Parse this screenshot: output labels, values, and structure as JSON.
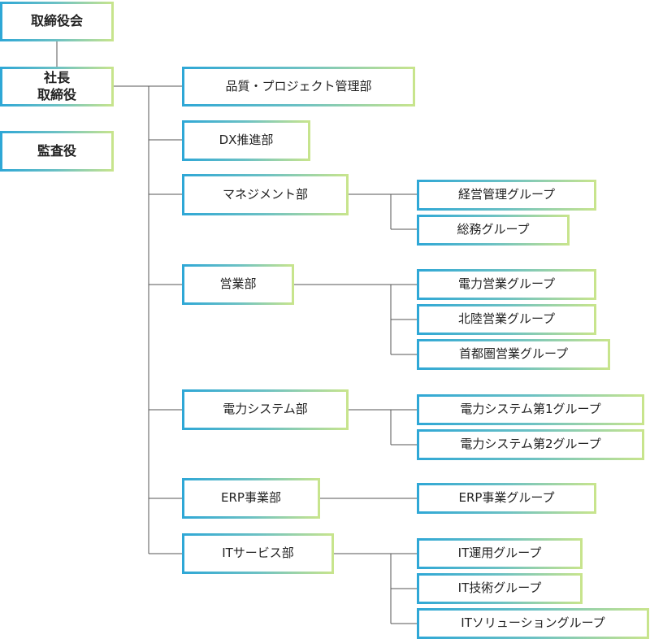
{
  "executive": {
    "board": "取締役会",
    "president": "社長\n取締役",
    "auditor": "監査役"
  },
  "departments": {
    "quality": "品質・プロジェクト管理部",
    "dx": "DX推進部",
    "management": "マネジメント部",
    "sales": "営業部",
    "power_systems": "電力システム部",
    "erp": "ERP事業部",
    "it_services": "ITサービス部"
  },
  "groups": {
    "mgmt_planning": "経営管理グループ",
    "general_affairs": "総務グループ",
    "power_sales": "電力営業グループ",
    "hokuriku_sales": "北陸営業グループ",
    "metro_sales": "首都圏営業グループ",
    "power_sys_1": "電力システム第1グループ",
    "power_sys_2": "電力システム第2グループ",
    "erp_business": "ERP事業グループ",
    "it_operations": "IT運用グループ",
    "it_technology": "IT技術グループ",
    "it_solutions": "ITソリューショングループ"
  }
}
